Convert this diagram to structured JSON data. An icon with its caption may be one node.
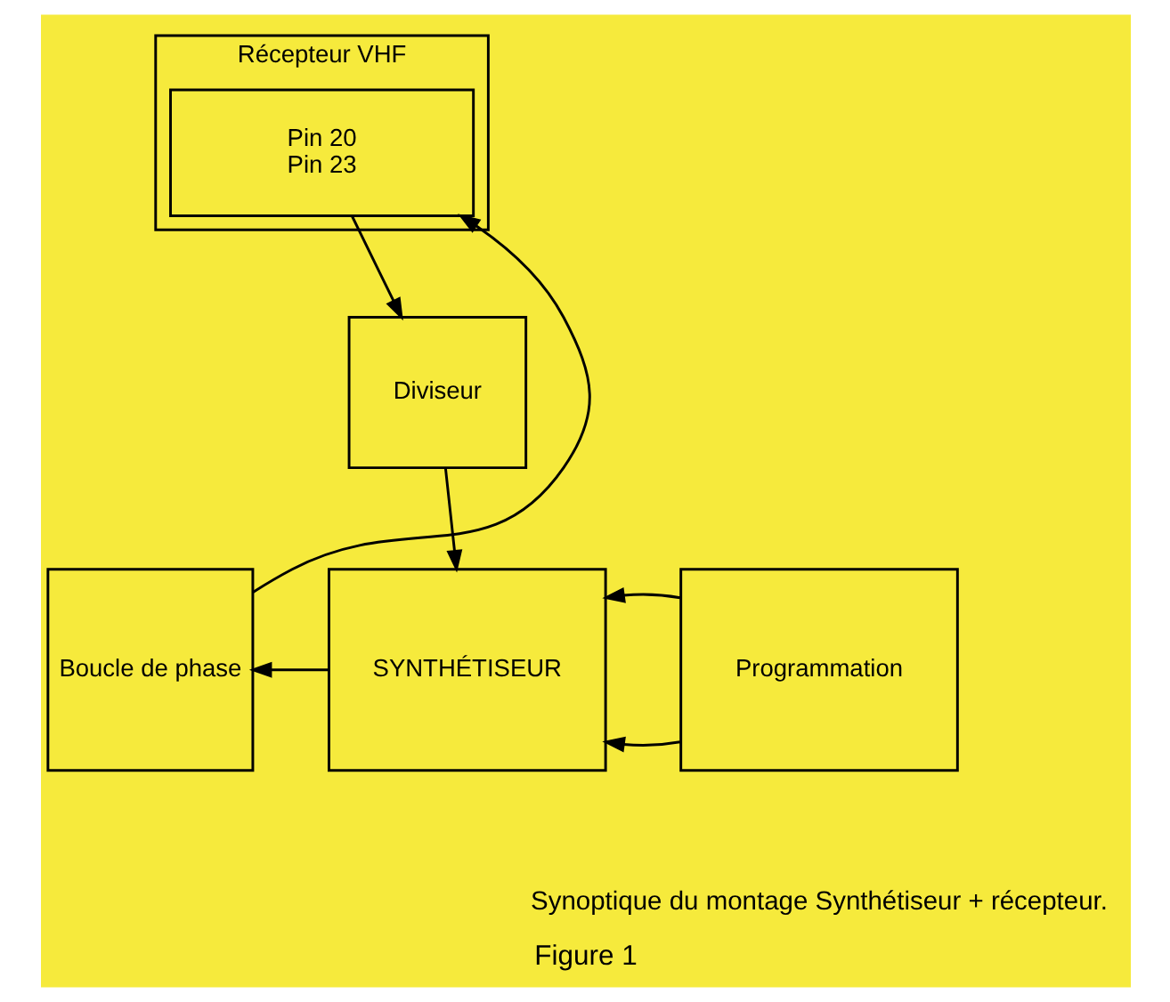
{
  "diagram": {
    "caption": "Figure 1",
    "nodes": [
      {
        "text": [
          "Récepteur VHF"
        ]
      },
      {
        "text": [
          "Pin 20",
          "Pin 23"
        ],
        "in": 0
      },
      {
        "text": [
          "Diviseur"
        ]
      },
      {
        "text": [
          "SYNTHÉTISEUR"
        ]
      },
      {
        "text": [
          "Programmation"
        ]
      },
      {
        "text": [
          "Boucle de phase"
        ]
      }
    ],
    "edges": [
      {
        "from": 1,
        "to": 2,
        "arrow": "to"
      },
      {
        "from": 2,
        "to": 3,
        "arrow": "to"
      },
      {
        "from": 4,
        "to": 3,
        "arrow": "to"
      },
      {
        "from": 4,
        "to": 3,
        "arrow": "to"
      },
      {
        "from": 3,
        "to": 5,
        "arrow": "to"
      },
      {
        "from": 5,
        "to": 1,
        "arrow": "to"
      }
    ],
    "labels": [
      "Synoptique du montage Synthétiseur + récepteur."
    ]
  }
}
